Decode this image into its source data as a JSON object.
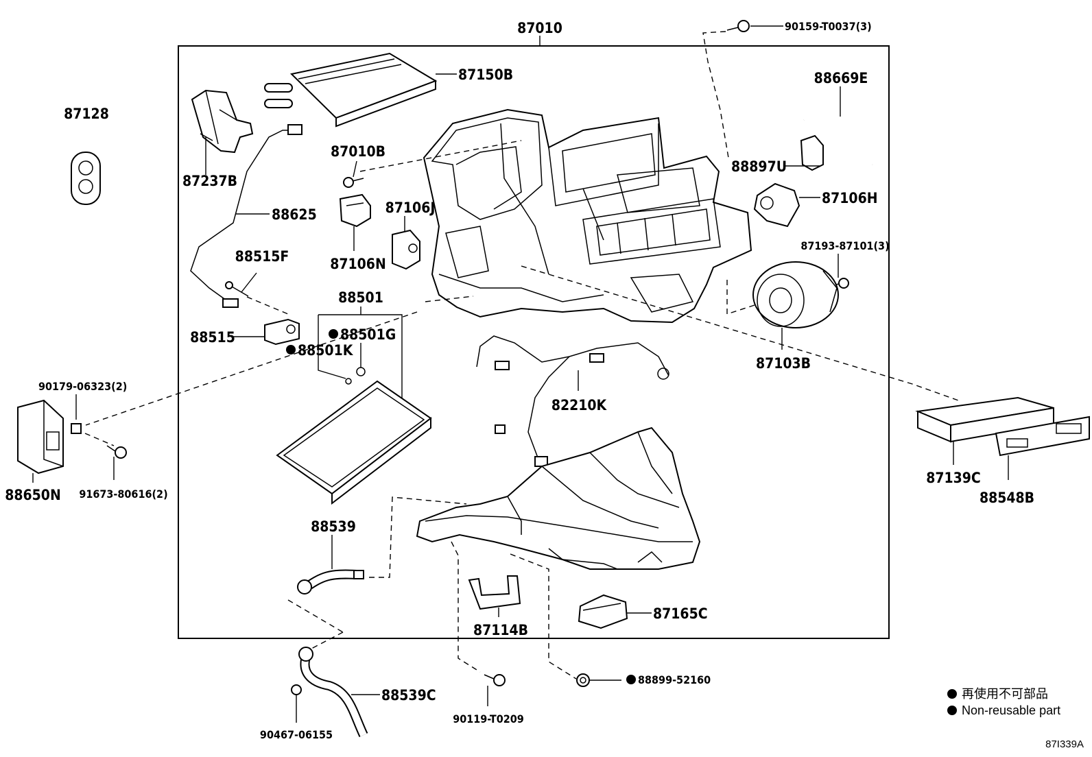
{
  "assembly_label": "87010",
  "parts": {
    "p87128": "87128",
    "p87237B": "87237B",
    "p87150B": "87150B",
    "p88625": "88625",
    "p87010B": "87010B",
    "p87106N": "87106N",
    "p87106J": "87106J",
    "p88515F": "88515F",
    "p88515": "88515",
    "p88501": "88501",
    "p88501G": "88501G",
    "p88501K": "88501K",
    "p90159": "90159-T0037(3)",
    "p88669E": "88669E",
    "p88897U": "88897U",
    "p87106H": "87106H",
    "p87193": "87193-87101(3)",
    "p87103B": "87103B",
    "p82210K": "82210K",
    "p90179": "90179-06323(2)",
    "p88650N": "88650N",
    "p91673": "91673-80616(2)",
    "p87139C": "87139C",
    "p88548B": "88548B",
    "p88539": "88539",
    "p87114B": "87114B",
    "p87165C": "87165C",
    "p88539C": "88539C",
    "p90467": "90467-06155",
    "p90119": "90119-T0209",
    "p88899": "88899-52160"
  },
  "legend": {
    "jp": "再使用不可部品",
    "en": "Non-reusable part"
  },
  "figure_ref": "87I339A"
}
